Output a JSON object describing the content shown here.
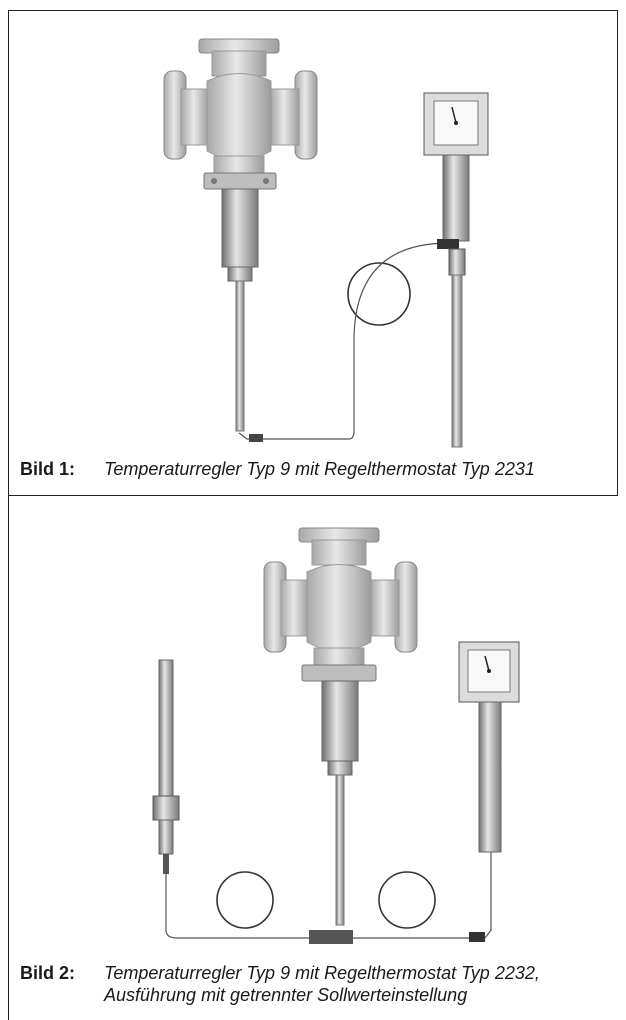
{
  "figures": [
    {
      "label": "Bild 1:",
      "caption_lines": [
        "Temperaturregler Typ 9 mit Regelthermostat Typ 2231"
      ]
    },
    {
      "label": "Bild 2:",
      "caption_lines": [
        "Temperaturregler Typ 9 mit Regelthermostat Typ 2232,",
        "Ausführung mit getrennter Sollwerteinstellung"
      ]
    }
  ],
  "colors": {
    "frame": "#222222",
    "metal": "#9a9a9a",
    "cast": "#d4d4d4"
  }
}
